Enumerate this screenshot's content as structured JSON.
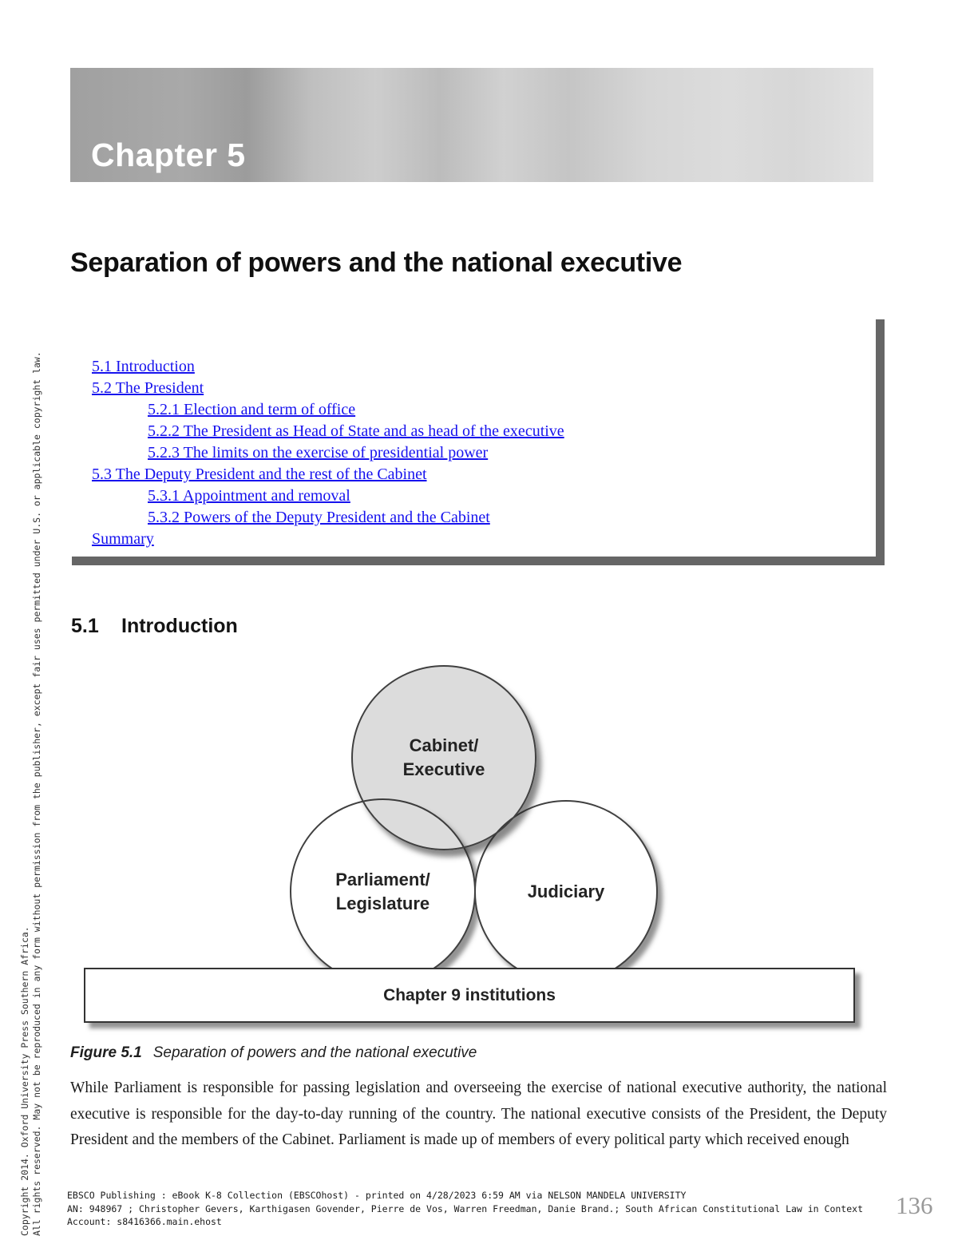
{
  "page": {
    "banner_title": "Chapter 5",
    "title": "Separation of powers and the national executive",
    "page_number": "136"
  },
  "toc": {
    "items": [
      {
        "label": "5.1 Introduction",
        "level": 0
      },
      {
        "label": "5.2 The President",
        "level": 0
      },
      {
        "label": "5.2.1 Election and term of office",
        "level": 1
      },
      {
        "label": "5.2.2 The President as Head of State and as head of the executive",
        "level": 1
      },
      {
        "label": "5.2.3 The limits on the exercise of presidential power",
        "level": 1
      },
      {
        "label": "5.3 The Deputy President and the rest of the Cabinet",
        "level": 0
      },
      {
        "label": "5.3.1 Appointment and removal",
        "level": 1
      },
      {
        "label": "5.3.2 Powers of the Deputy President and the Cabinet",
        "level": 1
      },
      {
        "label": "Summary",
        "level": 0
      }
    ]
  },
  "section": {
    "number": "5.1",
    "heading": "Introduction"
  },
  "figure": {
    "circles": [
      {
        "name": "executive",
        "label": "Cabinet/\nExecutive",
        "fill": "#d9d9d9"
      },
      {
        "name": "parliament",
        "label": "Parliament/\nLegislature",
        "fill": "#ffffff"
      },
      {
        "name": "judiciary",
        "label": "Judiciary",
        "fill": "#ffffff"
      }
    ],
    "bar_label": "Chapter 9 institutions",
    "caption_label": "Figure 5.1",
    "caption_text": "Separation of powers and the national executive"
  },
  "body": {
    "paragraph": "While Parliament is responsible for passing legislation and overseeing the exercise of national executive authority, the national executive is responsible for the day-to-day running of the country. The national executive consists of the President, the Deputy President and the members of the Cabinet. Parliament is made up of members of every political party which received enough"
  },
  "footer": {
    "line1": "EBSCO Publishing : eBook K-8 Collection (EBSCOhost) - printed on 4/28/2023 6:59 AM via NELSON MANDELA UNIVERSITY",
    "line2": "AN: 948967 ; Christopher Gevers, Karthigasen Govender, Pierre de Vos, Warren Freedman, Danie Brand.; South African Constitutional Law in Context",
    "line3": "Account: s8416366.main.ehost"
  },
  "sidebar": {
    "line1": "Copyright 2014. Oxford University Press Southern Africa.",
    "line2": "All rights reserved. May not be reproduced in any form without permission from the publisher, except fair uses permitted under U.S. or applicable copyright law."
  },
  "colors": {
    "link_blue": "#1612ee",
    "toc_shadow_gray": "#666666",
    "executive_circle_gray": "#d9d9d9",
    "page_number_gray": "#999999",
    "banner_text": "#ffffff"
  }
}
